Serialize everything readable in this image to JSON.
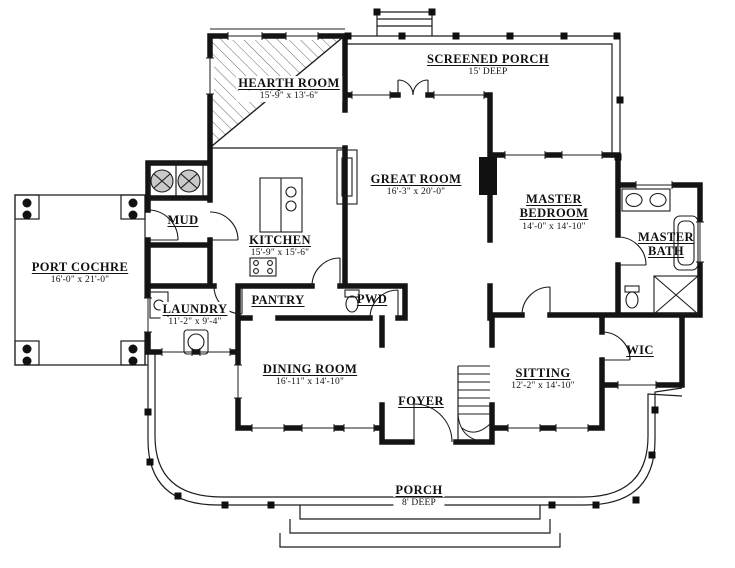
{
  "plan": {
    "colors": {
      "line": "#141414",
      "background": "#ffffff"
    },
    "rooms": [
      {
        "id": "screened-porch",
        "name": "SCREENED PORCH",
        "dims": "15' DEEP"
      },
      {
        "id": "hearth-room",
        "name": "HEARTH ROOM",
        "dims": "15'-9\" x 13'-6\""
      },
      {
        "id": "great-room",
        "name": "GREAT ROOM",
        "dims": "16'-3\" x 20'-0\""
      },
      {
        "id": "master-bedroom",
        "name": "MASTER BEDROOM",
        "dims": "14'-0\" x 14'-10\""
      },
      {
        "id": "master-bath",
        "name": "MASTER BATH"
      },
      {
        "id": "mud",
        "name": "MUD"
      },
      {
        "id": "kitchen",
        "name": "KITCHEN",
        "dims": "15'-9\" x 15'-6\""
      },
      {
        "id": "port-cochre",
        "name": "PORT COCHRE",
        "dims": "16'-0\" x 21'-0\""
      },
      {
        "id": "laundry",
        "name": "LAUNDRY",
        "dims": "11'-2\" x 9'-4\""
      },
      {
        "id": "pantry",
        "name": "PANTRY"
      },
      {
        "id": "pwd",
        "name": "PWD"
      },
      {
        "id": "dining-room",
        "name": "DINING ROOM",
        "dims": "16'-11\" x 14'-10\""
      },
      {
        "id": "foyer",
        "name": "FOYER"
      },
      {
        "id": "sitting",
        "name": "SITTING",
        "dims": "12'-2\" x 14'-10\""
      },
      {
        "id": "wic",
        "name": "WIC"
      },
      {
        "id": "porch",
        "name": "PORCH",
        "dims": "8' DEEP"
      }
    ]
  }
}
